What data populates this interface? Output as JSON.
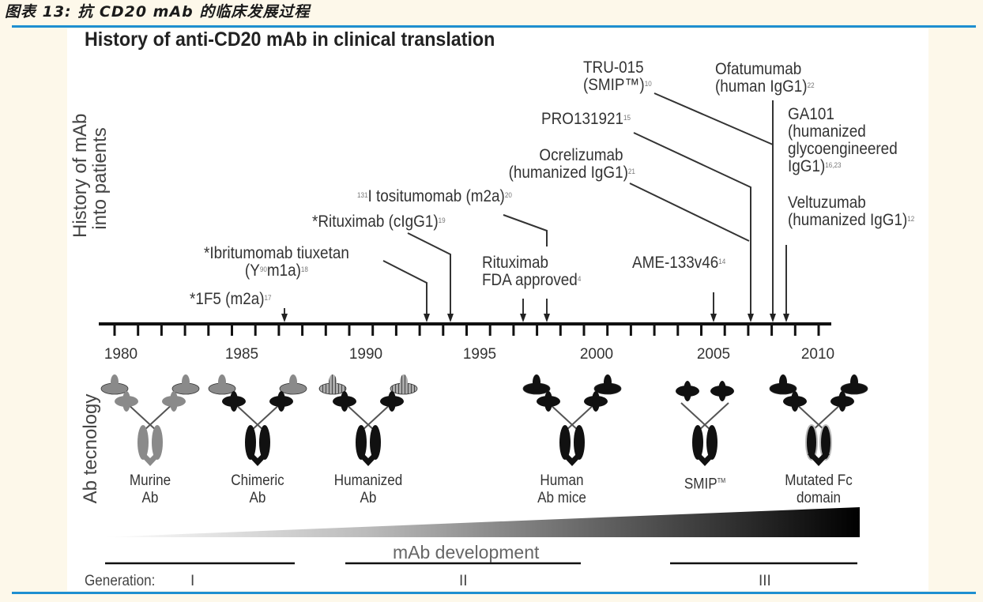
{
  "caption": "图表 13: 抗 CD20 mAb 的临床发展过程",
  "title": "History of anti-CD20 mAb in clinical translation",
  "row_labels": {
    "history": [
      "History of mAb",
      "into patients"
    ],
    "tech": "Ab tecnology"
  },
  "years": [
    "1980",
    "1985",
    "1990",
    "1995",
    "2000",
    "2005",
    "2010"
  ],
  "axis_range": [
    1980,
    2010
  ],
  "events": [
    {
      "name": "*1F5 (m2a)",
      "ref": "17",
      "year": 1987
    },
    {
      "name": "*Ibritumomab tiuxetan",
      "sub": "(Y",
      "sub_sup": "90",
      "sub_rest": "m1a)",
      "ref": "18",
      "year": 1993
    },
    {
      "name": "*Rituximab (cIgG1)",
      "ref": "19",
      "year": 1994
    },
    {
      "pre": "131",
      "name": "I tositumomab (m2a)",
      "ref": "20",
      "year": 1998
    },
    {
      "name": "Rituximab",
      "sub": "FDA approved",
      "ref": "4",
      "year": 1997
    },
    {
      "name": "AME-133v46",
      "ref": "14",
      "year": 2005
    },
    {
      "name": "Ocrelizumab",
      "sub": "(humanized IgG1)",
      "ref": "21",
      "year": 2007
    },
    {
      "name": "PRO131921",
      "ref": "15",
      "year": 2007
    },
    {
      "name": "TRU-015",
      "sub": "(SMIP™)",
      "ref": "10",
      "year": 2008
    },
    {
      "name": "Ofatumumab",
      "sub": "(human IgG1)",
      "ref": "22",
      "year": 2008
    },
    {
      "name": "GA101",
      "sub": "(humanized",
      "sub2": "glycoengineered",
      "sub3": "IgG1)",
      "ref": "16,23",
      "year": 2008
    },
    {
      "name": "Veltuzumab",
      "sub": "(humanized IgG1)",
      "ref": "12",
      "year": 2008.5
    }
  ],
  "antibodies": [
    {
      "label": [
        "Murine",
        "Ab"
      ],
      "type": "murine"
    },
    {
      "label": [
        "Chimeric",
        "Ab"
      ],
      "type": "chimeric"
    },
    {
      "label": [
        "Humanized",
        "Ab"
      ],
      "type": "humanized"
    },
    {
      "label": [
        "Human",
        "Ab mice"
      ],
      "type": "human"
    },
    {
      "label": [
        "SMIP",
        "TM"
      ],
      "type": "smip"
    },
    {
      "label": [
        "Mutated Fc",
        "domain"
      ],
      "type": "mutated-fc"
    }
  ],
  "development_label": "mAb development",
  "generation": {
    "label": "Generation:",
    "values": [
      "I",
      "II",
      "III"
    ]
  },
  "colors": {
    "rule": "#1e8fd0",
    "background": "#fdf8ea",
    "murine": "#8a8a8a",
    "human": "#111111"
  }
}
